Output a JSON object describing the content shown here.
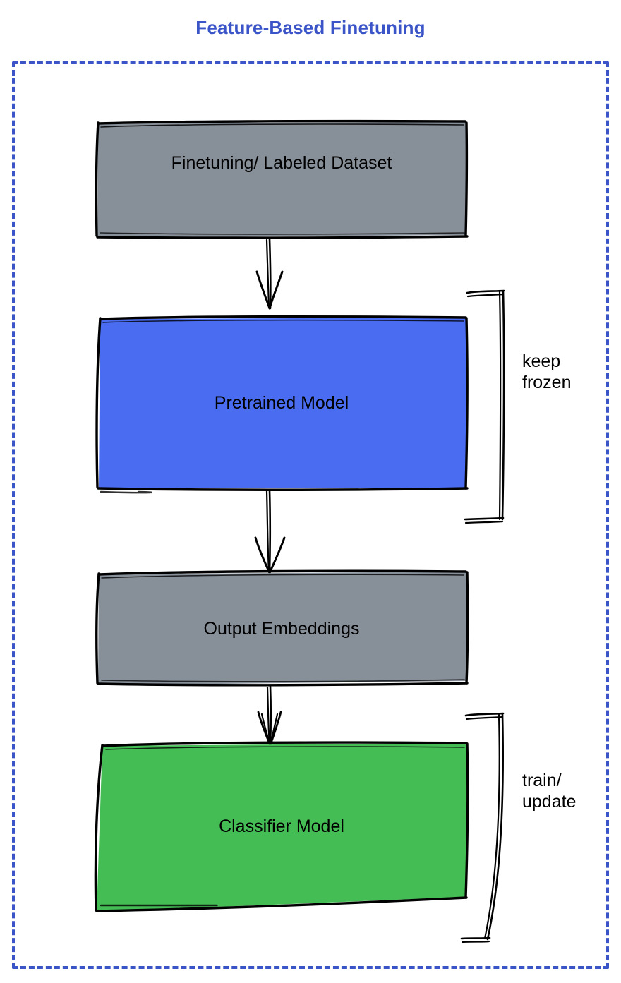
{
  "diagram": {
    "title": "Feature-Based Finetuning",
    "title_color": "#3b55c8",
    "container_border_color": "#3b55c8",
    "container_border_style": "dashed",
    "background": "#ffffff"
  },
  "nodes": [
    {
      "id": "dataset",
      "label": "Finetuning/ Labeled Dataset",
      "fill": "#878f99",
      "stroke": "#000000",
      "shape": "rectangle-sketchy",
      "label_position": "top"
    },
    {
      "id": "pretrained",
      "label": "Pretrained Model",
      "fill": "#4a6cf0",
      "stroke": "#000000",
      "shape": "rectangle-sketchy",
      "label_position": "center"
    },
    {
      "id": "embeddings",
      "label": "Output Embeddings",
      "fill": "#878f99",
      "stroke": "#000000",
      "shape": "rectangle-sketchy",
      "label_position": "center"
    },
    {
      "id": "classifier",
      "label": "Classifier Model",
      "fill": "#45bd55",
      "stroke": "#000000",
      "shape": "rectangle-sketchy",
      "label_position": "center"
    }
  ],
  "edges": [
    {
      "id": "edge-dataset-pretrained",
      "from": "dataset",
      "to": "pretrained",
      "style": "sketchy-arrow",
      "direction": "down"
    },
    {
      "id": "edge-pretrained-embeddings",
      "from": "pretrained",
      "to": "embeddings",
      "style": "sketchy-arrow",
      "direction": "down"
    },
    {
      "id": "edge-embeddings-classifier",
      "from": "embeddings",
      "to": "classifier",
      "style": "sketchy-arrow",
      "direction": "down"
    }
  ],
  "annotations": [
    {
      "id": "keep-frozen",
      "text": "keep\nfrozen",
      "target": "pretrained",
      "bracket": "right"
    },
    {
      "id": "train-update",
      "text": "train/\nupdate",
      "target": "classifier",
      "bracket": "right"
    }
  ]
}
